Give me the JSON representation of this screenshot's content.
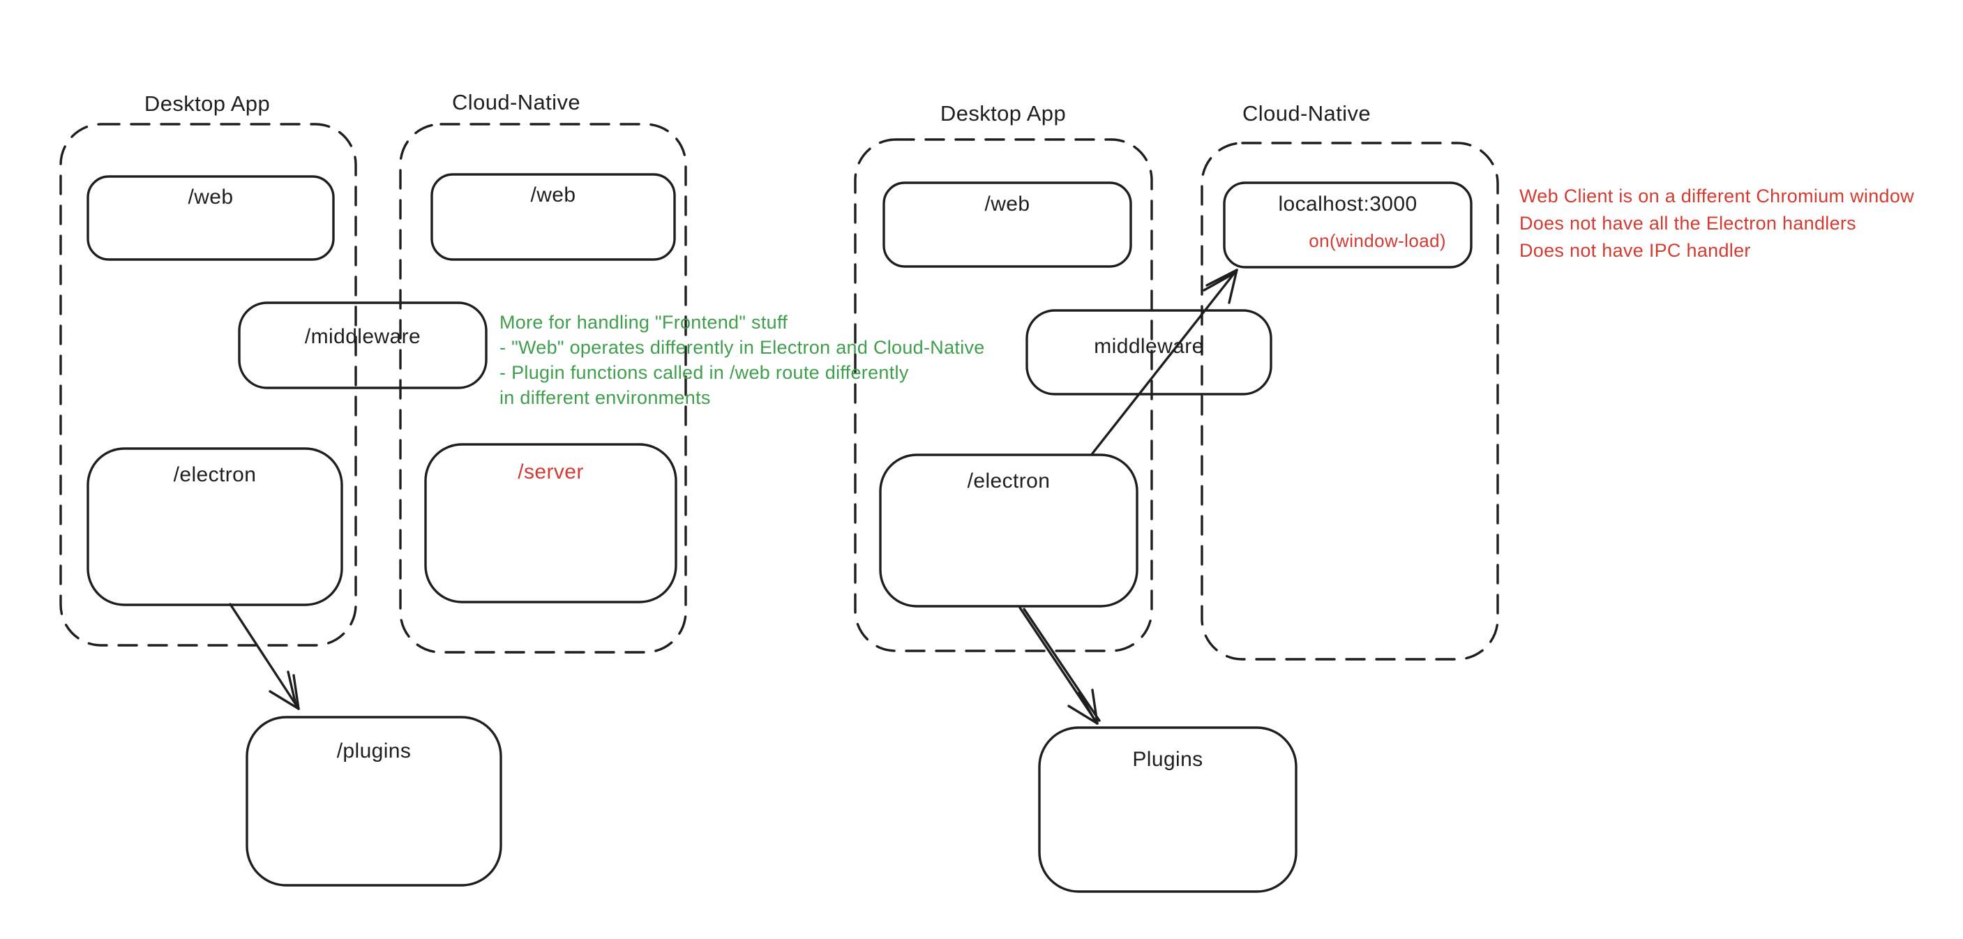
{
  "canvas": {
    "background": "#ffffff",
    "stroke_color": "#1e1e1e",
    "accent_red": "#d23b31",
    "accent_green": "#3f9e4c"
  },
  "diagram_left": {
    "desktop_title": "Desktop App",
    "cloud_title": "Cloud-Native",
    "web_desktop": "/web",
    "web_cloud": "/web",
    "middleware": "/middleware",
    "electron": "/electron",
    "server": "/server",
    "plugins": "/plugins"
  },
  "diagram_right": {
    "desktop_title": "Desktop App",
    "cloud_title": "Cloud-Native",
    "web": "/web",
    "localhost": "localhost:3000",
    "localhost_sub": "on(window-load)",
    "middleware": "middleware",
    "electron": "/electron",
    "plugins": "Plugins"
  },
  "annotations": {
    "frontend_note": {
      "color": "#3f9e4c",
      "lines": [
        "More for handling \"Frontend\" stuff",
        "- \"Web\" operates differently in Electron and Cloud-Native",
        "- Plugin functions called in /web route differently",
        "in different environments"
      ]
    },
    "web_client_note": {
      "color": "#d23b31",
      "lines": [
        "Web Client is on a different Chromium window",
        "Does not have all the Electron handlers",
        "Does not have IPC handler"
      ]
    }
  }
}
